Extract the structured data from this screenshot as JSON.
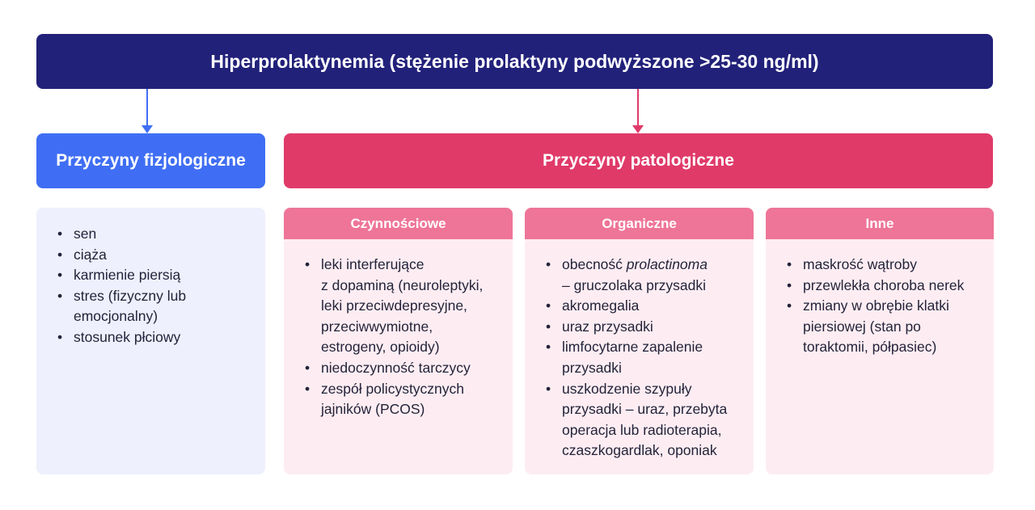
{
  "title": "Hiperprolaktynemia (stężenie prolaktyny podwyższone >25-30 ng/ml)",
  "colors": {
    "title_bg": "#22217a",
    "physiological": "#3f6ef4",
    "pathological": "#e03a69",
    "subheader": "#ee7598",
    "pink_body": "#fdedf2",
    "blue_body": "#eef0fd"
  },
  "physiological": {
    "label": "Przyczyny fizjologiczne",
    "items": [
      "sen",
      "ciąża",
      "karmienie piersią",
      "stres (fizyczny lub\nemocjonalny)",
      "stosunek płciowy"
    ]
  },
  "pathological": {
    "label": "Przyczyny patologiczne",
    "columns": [
      {
        "label": "Czynnościowe",
        "items": [
          "leki interferujące\nz dopaminą (neuroleptyki,\nleki przeciwdepresyjne,\nprzeciwwymiotne,\nestrogeny, opioidy)",
          "niedoczynność tarczycy",
          "zespół policystycznych\njajników (PCOS)"
        ]
      },
      {
        "label": "Organiczne",
        "item0_prefix": "obecność ",
        "item0_italic": "prolactinoma",
        "item0_suffix": "\n– gruczolaka przysadki",
        "items": [
          "akromegalia",
          "uraz przysadki",
          "limfocytarne zapalenie\nprzysadki",
          "uszkodzenie szypuły\nprzysadki – uraz, przebyta\noperacja lub radioterapia,\nczaszkogardlak, oponiak"
        ]
      },
      {
        "label": "Inne",
        "items": [
          "maskrość wątroby",
          "przewlekła choroba nerek",
          "zmiany w obrębie klatki\npiersiowej (stan po\ntoraktomii, półpasiec)"
        ]
      }
    ]
  }
}
